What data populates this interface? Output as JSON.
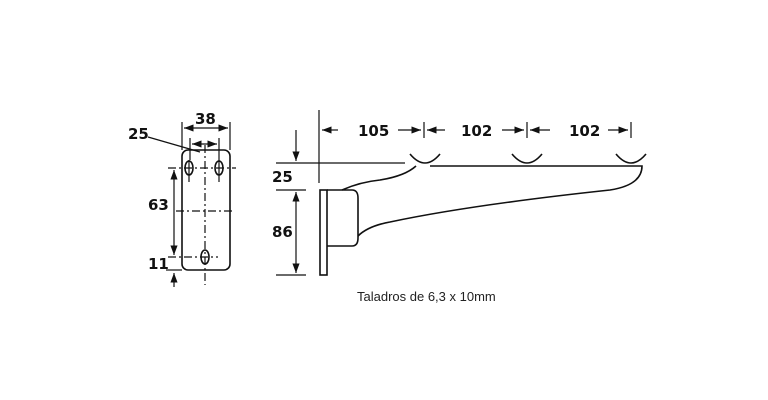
{
  "front_view": {
    "width_outer": "38",
    "width_inner": "25",
    "hole_spacing": "63",
    "bottom_offset": "11"
  },
  "side_view": {
    "top_offset": "25",
    "height": "86",
    "spacings": [
      "105",
      "102",
      "102"
    ]
  },
  "caption": "Taladros de 6,3 x 10mm"
}
